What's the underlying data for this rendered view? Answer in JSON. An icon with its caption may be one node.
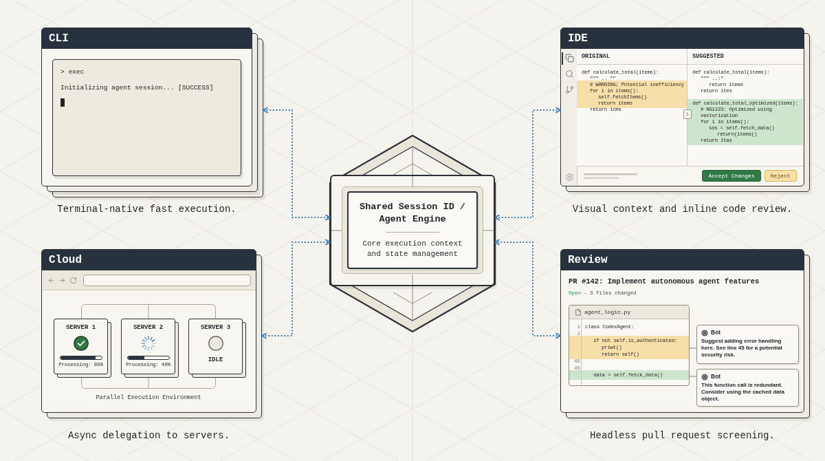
{
  "diagram": {
    "nodes": [
      {
        "text": [
          "CLI"
        ],
        "beside": [
          "Terminal-native fast execution."
        ]
      },
      {
        "text": [
          "> exec",
          "Initializing agent session... [SUCCESS]"
        ],
        "in": 0
      },
      {
        "text": [
          "IDE",
          "Accept Changes",
          "Reject"
        ],
        "beside": [
          "Visual context and inline code review."
        ]
      },
      {
        "text": [
          "ORIGINAL",
          "def calculate_total(items):",
          "\"\"\" .. \"\"",
          "# WARNING; Potential inefficiency",
          "for i in items():",
          "self.fetchItems()",
          "return items",
          "return icms"
        ],
        "in": 2
      },
      {
        "text": [
          "SUGGESTED",
          "def calculate_total(items):",
          "\"\"\" ..:\"",
          "return items",
          "return ites",
          "def calculate_total_optimized(items):",
          "# NG1223: Optimized using",
          "vectorization",
          "for i in items():",
          "sos = self.fetch_data()",
          "return(items()",
          "return itas"
        ],
        "in": 2
      },
      {
        "text": [
          "Shared Session ID / Agent Engine",
          "Core execution context and state management"
        ]
      },
      {
        "text": [
          "Cloud",
          "Parallel Execution Environment"
        ],
        "beside": [
          "Async delegation to servers."
        ]
      },
      {
        "text": [
          "SERVER 1",
          "Processing: 85%"
        ],
        "in": 6
      },
      {
        "text": [
          "SERVER 2",
          "Processing: 40%"
        ],
        "in": 6
      },
      {
        "text": [
          "SERVER 3",
          "IDLE"
        ],
        "in": 6
      },
      {
        "text": [
          "Review",
          "PR #142: Implement autonomous agent features",
          "Open",
          "- 3 files changed"
        ],
        "beside": [
          "Headless pull request screening."
        ]
      },
      {
        "text": [
          "agent_logic.py",
          "1",
          "class CodexAgent:",
          "2",
          "if not self.is_authenticated:",
          "priwt()",
          "retarn self()",
          "45",
          "45",
          "data = self.fetck_data()"
        ],
        "in": 10
      },
      {
        "text": [
          "Bot",
          "Suggest adding error handling here. See line 45 for a potential security risk."
        ],
        "in": 10
      },
      {
        "text": [
          "Bot",
          "This function call is redundant. Consider using the cached data object."
        ],
        "in": 10
      }
    ],
    "edges": [
      {
        "from": 0,
        "to": 5,
        "arrow": "both",
        "style": "dashed"
      },
      {
        "from": 2,
        "to": 5,
        "arrow": "both",
        "style": "dashed"
      },
      {
        "from": 6,
        "to": 5,
        "arrow": "both",
        "style": "dashed"
      },
      {
        "from": 10,
        "to": 5,
        "arrow": "both",
        "style": "dashed"
      },
      {
        "from": 11,
        "to": 12,
        "arrow": "none",
        "color": "#9a958a"
      },
      {
        "from": 11,
        "to": 13,
        "arrow": "none",
        "color": "#9a958a"
      }
    ]
  }
}
